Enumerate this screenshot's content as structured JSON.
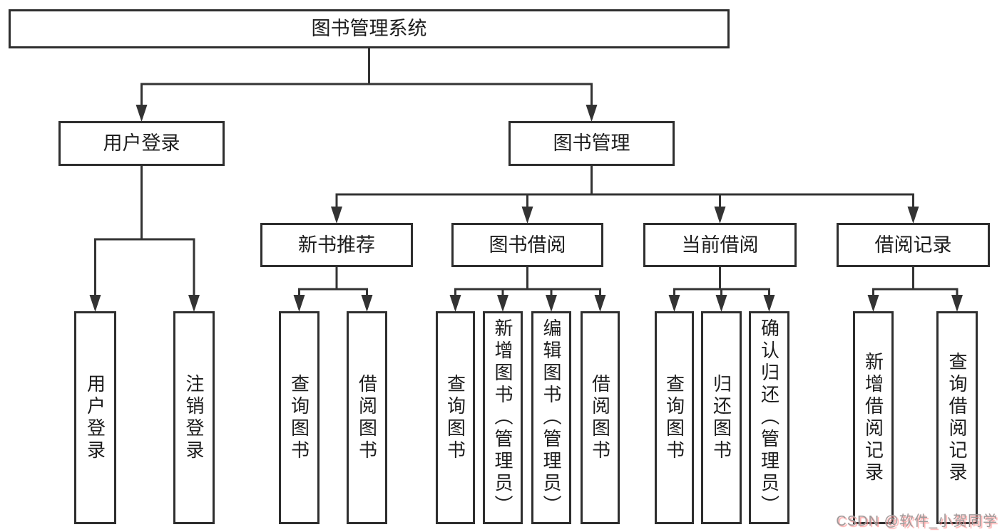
{
  "watermark": {
    "text": "CSDN @软件_小贺同学"
  },
  "colors": {
    "line": "#333333",
    "box_border": "#2e2e2e",
    "text": "#1d1d1d",
    "watermark_text": "#9c9c9c",
    "watermark_shadow": "#ff8c8c"
  },
  "tree": {
    "id": "library-system",
    "label": "图书管理系统",
    "children": [
      {
        "id": "user-login",
        "label": "用户登录",
        "children": [
          {
            "id": "login",
            "label": "用户登录"
          },
          {
            "id": "logout",
            "label": "注销登录"
          }
        ]
      },
      {
        "id": "book-management",
        "label": "图书管理",
        "children": [
          {
            "id": "new-book-recommend",
            "label": "新书推荐",
            "children": [
              {
                "id": "query-books-1",
                "label": "查询图书"
              },
              {
                "id": "borrow-books-1",
                "label": "借阅图书"
              }
            ]
          },
          {
            "id": "book-borrowing",
            "label": "图书借阅",
            "children": [
              {
                "id": "query-books-2",
                "label": "查询图书"
              },
              {
                "id": "add-books-admin",
                "label": "新增图书（管理员）"
              },
              {
                "id": "edit-books-admin",
                "label": "编辑图书（管理员）"
              },
              {
                "id": "borrow-books-2",
                "label": "借阅图书"
              }
            ]
          },
          {
            "id": "current-borrowing",
            "label": "当前借阅",
            "children": [
              {
                "id": "query-books-3",
                "label": "查询图书"
              },
              {
                "id": "return-books",
                "label": "归还图书"
              },
              {
                "id": "confirm-return-admin",
                "label": "确认归还（管理员）"
              }
            ]
          },
          {
            "id": "borrowing-records",
            "label": "借阅记录",
            "children": [
              {
                "id": "add-borrow-record",
                "label": "新增借阅记录"
              },
              {
                "id": "query-borrow-record",
                "label": "查询借阅记录"
              }
            ]
          }
        ]
      }
    ]
  }
}
